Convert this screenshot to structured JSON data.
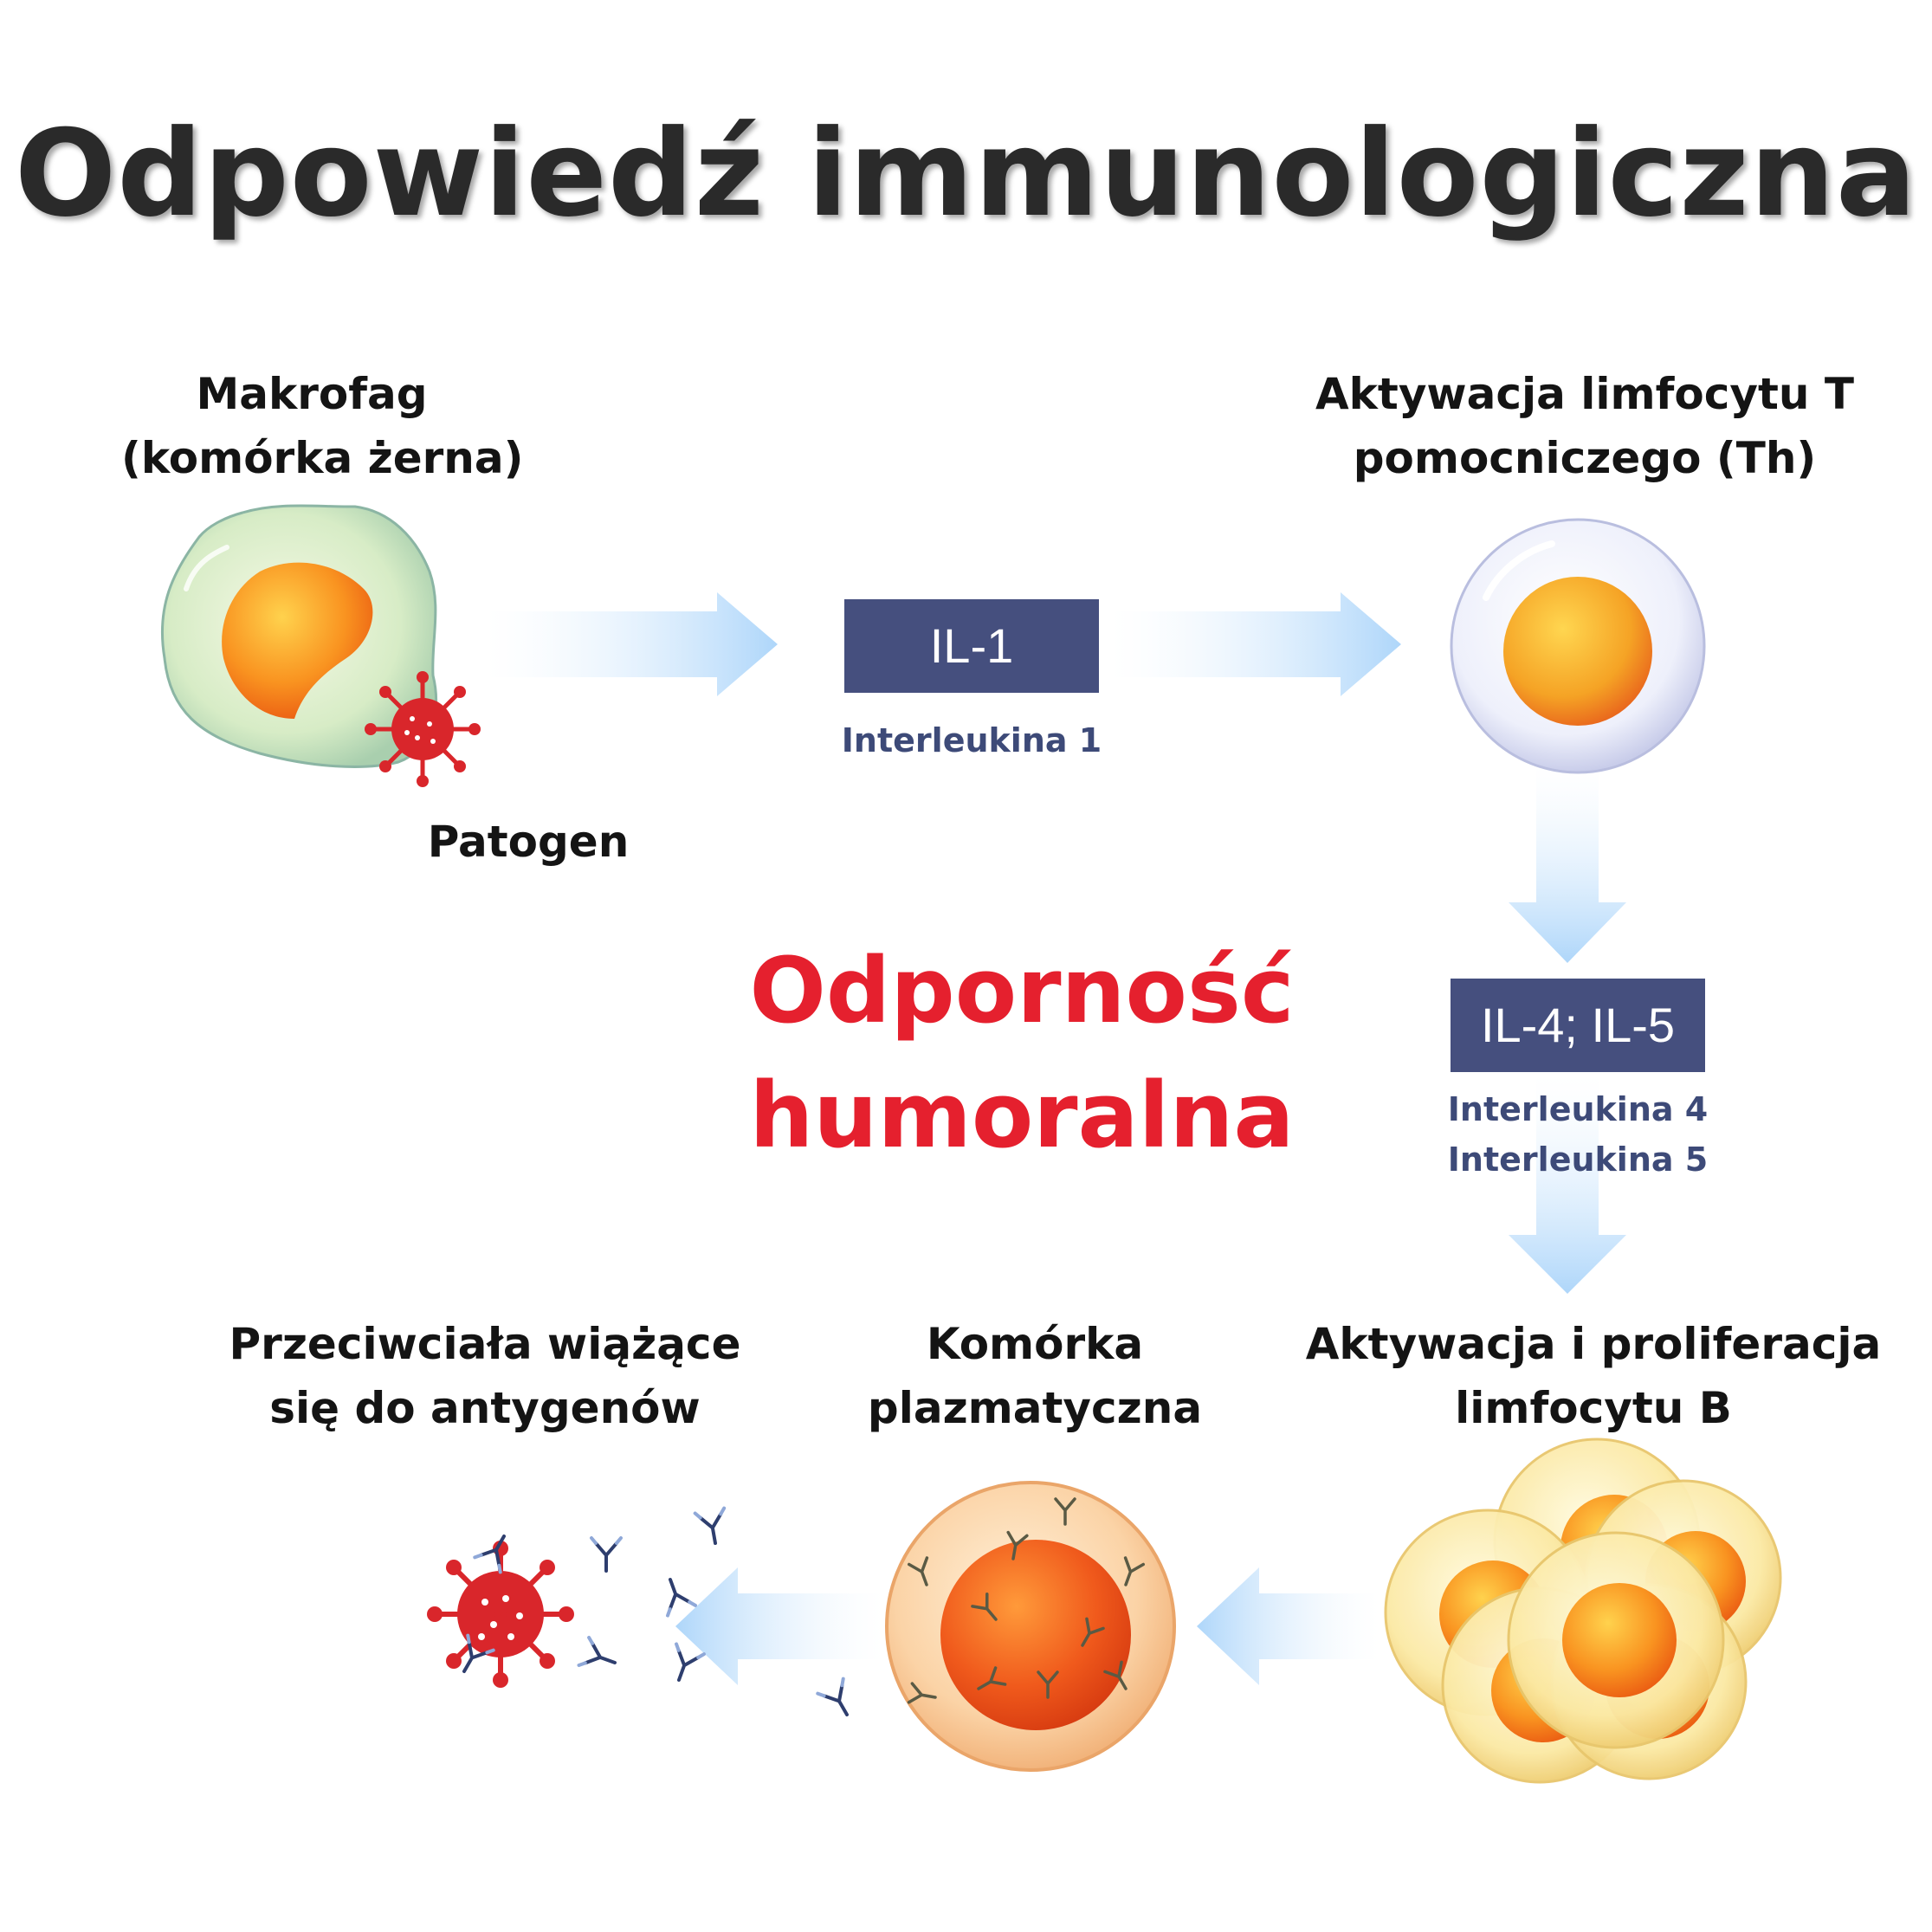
{
  "title": "Odpowiedź immunologiczna",
  "nodes": {
    "macrophage": {
      "line1": "Makrofag",
      "line2": "(komórka żerna)"
    },
    "pathogen": {
      "label": "Patogen"
    },
    "th_cell": {
      "line1": "Aktywacja limfocytu T",
      "line2": "pomocniczego (Th)"
    },
    "b_cell": {
      "line1": "Aktywacja i proliferacja",
      "line2": "limfocytu B"
    },
    "plasma_cell": {
      "line1": "Komórka",
      "line2": "plazmatyczna"
    },
    "antibodies": {
      "line1": "Przeciwciała wiążące",
      "line2": "się do antygenów"
    }
  },
  "cytokines": {
    "il1": {
      "box": "IL-1",
      "caption": "Interleukina 1"
    },
    "il45": {
      "box": "IL-4; IL-5",
      "caption1": "Interleukina 4",
      "caption2": "Interleukina 5"
    }
  },
  "center_label": {
    "line1": "Odporność",
    "line2": "humoralna"
  },
  "colors": {
    "title": "#2a2a2a",
    "box_fill": "#454f7e",
    "caption": "#3d4a78",
    "accent_red": "#e5202e",
    "arrow": "#b7dcfb",
    "virus": "#d9262b"
  }
}
